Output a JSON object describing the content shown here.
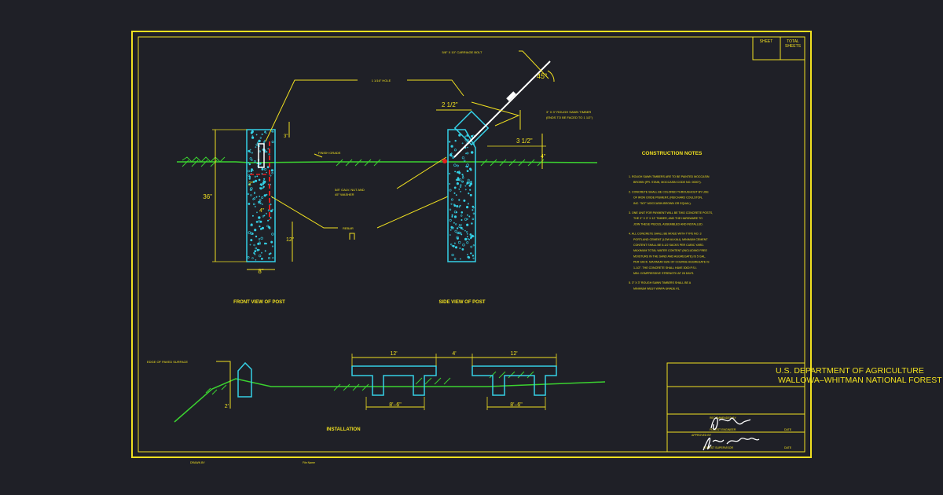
{
  "title_block": {
    "agency": "U.S. DEPARTMENT OF AGRICULTURE",
    "forest": "WALLOWA–WHITMAN NATIONAL FOREST",
    "sheet": "SHEET",
    "total_sheets_1": "TOTAL",
    "total_sheets_2": "SHEETS",
    "recommended_by": "RECOMMENDED BY",
    "forest_engineer": "FOREST ENGINEER",
    "approved_by": "APPROVED BY",
    "forest_supervisor": "FOREST SUPERVISOR",
    "date_label": "DATE",
    "date_label_2": "DATE",
    "signature_1": "Jerry D. Rivera",
    "signature_2": "John W. Austin"
  },
  "footer": {
    "drawn_by": "DRAWN BY",
    "file_name": "File Name"
  },
  "front_view": {
    "title": "FRONT VIEW OF POST",
    "dim_height": "36\"",
    "dim_width": "8\"",
    "dim_top": "3\"",
    "dim_mid": "2\"",
    "dim_slot": "4\"",
    "dim_bottom": "12\"",
    "label_hole": "1 1/16\" HOLE",
    "label_rebar": "REBAR",
    "label_nut": "5/8\" GALV. NUT AND",
    "label_nut_2": "45° WASHER"
  },
  "side_view": {
    "title": "SIDE VIEW OF POST",
    "bolt": "5/8\" X 10\" CARRIAGE BOLT",
    "angle": "45°",
    "dim_width": "2 1/2\"",
    "timber_1": "3\" X 3\" ROUGH SAWN TIMBER",
    "timber_2": "(ENDS TO BE FACED TO 1 1/2\")",
    "dim_3_5": "3 1/2\"",
    "dim_4": "4\"",
    "finish_grade": "FINISH GRADE"
  },
  "notes": {
    "title": "CONSTRUCTION NOTES",
    "items": [
      [
        "1.  ROUGH SAWN TIMBERS ARE TO BE PAINTED MOCCASIN",
        "BROWN (PR. STAIN, MOCCASIN CODE NO. 00007)."
      ],
      [
        "2.  CONCRETE SHALL BE COLORED THROUGHOUT BY USE",
        "OF IRON OXIDE PIGMENT, (REICHARD COULSTON,",
        "INC. \"507\" MOCCASIN BROWN OR EQUAL)."
      ],
      [
        "3.  ONE UNIT FOR PAYMENT WILL BE TWO CONCRETE POSTS,",
        "THE 3\" X 3\" X 12' TIMBER, AND THE HARDWARE TO",
        "JOIN THESE PIECES, ASSEMBLED AND INSTALLED."
      ],
      [
        "4.  ALL CONCRETE SHALL BE MIXED WITH TYPE NO. 3",
        "PORTLAND CEMENT (LOW ALKALI). MINIMUM CEMENT",
        "CONTENT SHALL BE 6-1/2 SACKS PER CUBIC YARD.",
        "MAXIMUM TOTAL WATER CONTENT (INCLUDING FREE",
        "MOISTURE IN THE SAND AND AGGREGATE) IS 5 GAL.",
        "PER SACK. MAXIMUM SIZE OF COURSE AGGREGATE IS",
        "1-1/2\". THE CONCRETE SHALL HAVE 3000 P.S.I.",
        "MIN. COMPRESSIVE STRENGTH AT 28 DAYS."
      ],
      [
        "5.  3\" X 3\" ROUGH SAWN TIMBERS SHALL BE A",
        "MINIMUM WEST WWPA GRADE #1."
      ]
    ]
  },
  "installation": {
    "title": "INSTALLATION",
    "edge_label": "EDGE OF PAVED SURFACE",
    "dim_2": "2'",
    "dim_12a": "12'",
    "dim_4": "4'",
    "dim_12b": "12'",
    "dim_86a": "8'–6\"",
    "dim_86b": "8'–6\""
  },
  "colors": {
    "background": "#1f2027",
    "frame": "#f0e020",
    "concrete": "#35d0e6",
    "ground": "#3bd230",
    "rebar": "#e02020"
  }
}
